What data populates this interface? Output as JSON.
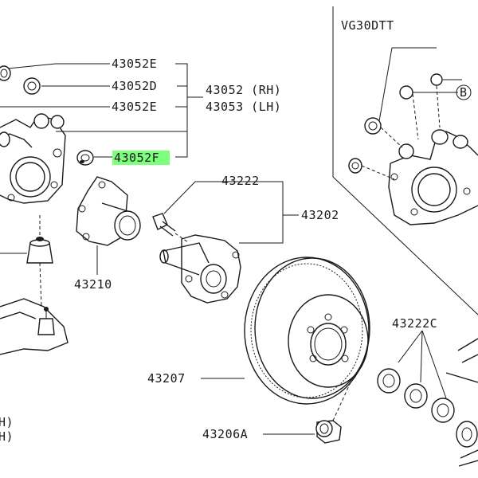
{
  "labels": {
    "p43052e_a": "43052E",
    "p43052d": "43052D",
    "p43052e_b": "43052E",
    "p43052_rh": "43052 (RH)",
    "p43053_lh": "43053 (LH)",
    "p43052f": "43052F",
    "vg30dtt": "VG30DTT",
    "callout_b": "B",
    "p43222": "43222",
    "p43202": "43202",
    "p43210": "43210",
    "p43222c": "43222C",
    "p43207": "43207",
    "p43206a": "43206A",
    "left_edge_1": "H)",
    "left_edge_2": "H)"
  },
  "highlight": {
    "part": "43052F",
    "color": "#7dff7d"
  }
}
